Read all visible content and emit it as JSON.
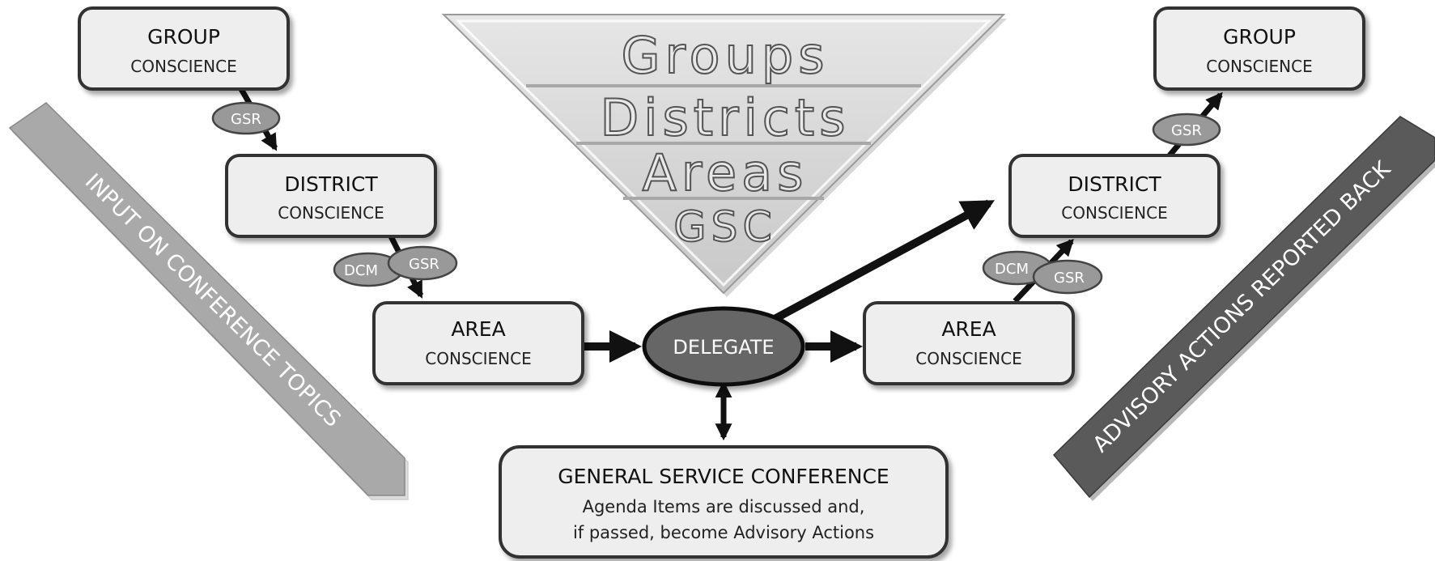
{
  "pyramid": {
    "levels": [
      "Groups",
      "Districts",
      "Areas",
      "GSC"
    ]
  },
  "left_banner": {
    "text": "INPUT ON CONFERENCE TOPICS"
  },
  "right_banner": {
    "text": "ADVISORY ACTIONS REPORTED BACK"
  },
  "left_flow": {
    "group": {
      "title": "GROUP",
      "subtitle": "CONSCIENCE"
    },
    "district": {
      "title": "DISTRICT",
      "subtitle": "CONSCIENCE"
    },
    "area": {
      "title": "AREA",
      "subtitle": "CONSCIENCE"
    },
    "gsr_label": "GSR",
    "dcm_label": "DCM",
    "gsr2_label": "GSR"
  },
  "right_flow": {
    "group": {
      "title": "GROUP",
      "subtitle": "CONSCIENCE"
    },
    "district": {
      "title": "DISTRICT",
      "subtitle": "CONSCIENCE"
    },
    "area": {
      "title": "AREA",
      "subtitle": "CONSCIENCE"
    },
    "gsr_label": "GSR",
    "dcm_label": "DCM",
    "gsr2_label": "GSR"
  },
  "delegate": {
    "label": "DELEGATE"
  },
  "conference": {
    "title": "GENERAL SERVICE CONFERENCE",
    "line1": "Agenda Items are discussed and,",
    "line2": "if passed, become Advisory Actions"
  }
}
